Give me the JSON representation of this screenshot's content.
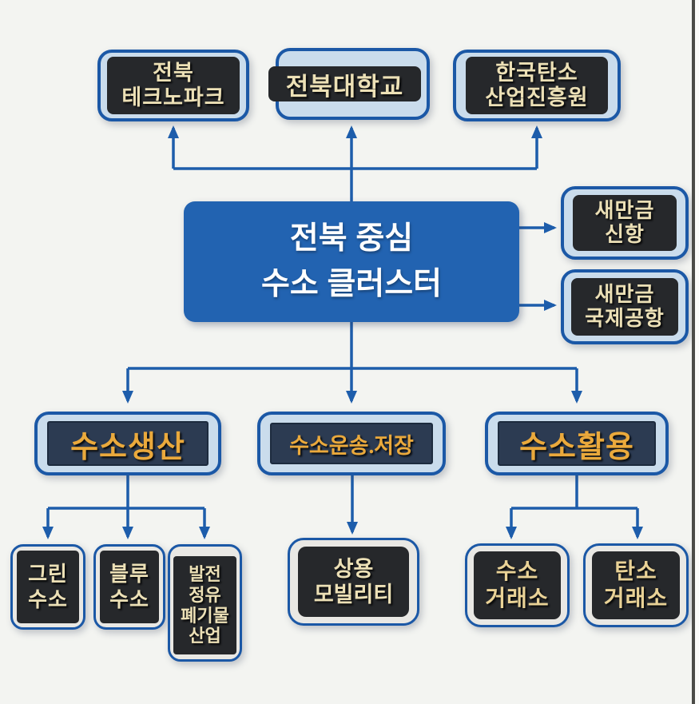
{
  "nodes": {
    "technopark": {
      "label": "전북\n테크노파크"
    },
    "university": {
      "label": "전북대학교"
    },
    "carbon_agency": {
      "label": "한국탄소\n산업진흥원"
    },
    "center": {
      "label": "전북 중심\n수소 클러스터"
    },
    "new_port": {
      "label": "새만금\n신항"
    },
    "intl_airport": {
      "label": "새만금\n국제공항"
    },
    "production": {
      "label": "수소생산"
    },
    "transport": {
      "label": "수소운송.저장"
    },
    "utilization": {
      "label": "수소활용"
    },
    "green_h2": {
      "label": "그린\n수소"
    },
    "blue_h2": {
      "label": "블루\n수소"
    },
    "power_industry": {
      "label": "발전\n정유\n폐기물\n산업"
    },
    "mobility": {
      "label": "상용\n모빌리티"
    },
    "h2_exchange": {
      "label": "수소\n거래소"
    },
    "carbon_exchange": {
      "label": "탄소\n거래소"
    }
  },
  "colors": {
    "background": "#f3f4f1",
    "connector_blue": "#1d5dab",
    "frame_border_blue": "#1b58a6",
    "frame_fill_light_blue": "#cadcec",
    "frame_fill_gray": "#e9e8e4",
    "center_fill_blue": "#2263b1",
    "panel_dark": "#26282b",
    "panel_navy": "#2c3b52",
    "text_cream": "#ece0b6",
    "text_gold": "#eaa93c",
    "text_white": "#ffffff"
  }
}
